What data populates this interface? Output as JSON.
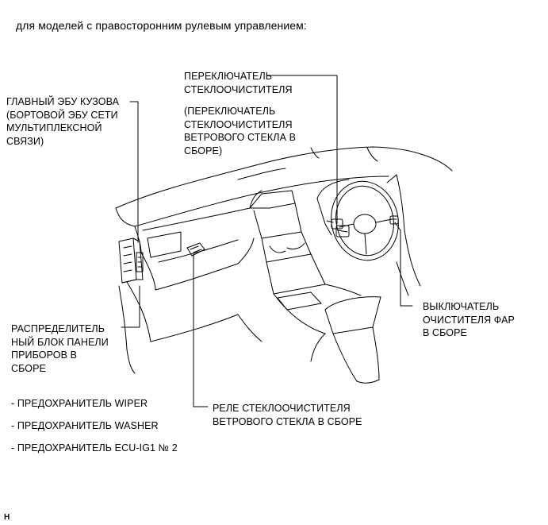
{
  "header": {
    "caption": "для моделей с правосторонним рулевым управлением:"
  },
  "labels": {
    "wiper_switch": "ПЕРЕКЛЮЧАТЕЛЬ\nСТЕКЛООЧИСТИТЕЛЯ",
    "wiper_switch_note": "(ПЕРЕКЛЮЧАТЕЛЬ\nСТЕКЛООЧИСТИТЕЛЯ\nВЕТРОВОГО СТЕКЛА В\nСБОРЕ)",
    "main_body_ecu": "ГЛАВНЫЙ ЭБУ КУЗОВА\n(БОРТОВОЙ ЭБУ СЕТИ\nМУЛЬТИПЛЕКСНОЙ\nСВЯЗИ)",
    "junction_block": "РАСПРЕДЕЛИТЕЛЬ\nНЫЙ БЛОК ПАНЕЛИ\nПРИБОРОВ В\nСБОРЕ",
    "headlamp_cleaner_switch": "ВЫКЛЮЧАТЕЛЬ\nОЧИСТИТЕЛЯ ФАР\nВ СБОРЕ",
    "wiper_relay": "РЕЛЕ СТЕКЛООЧИСТИТЕЛЯ\nВЕТРОВОГО СТЕКЛА В СБОРЕ"
  },
  "fuses": [
    "- ПРЕДОХРАНИТЕЛЬ WIPER",
    "- ПРЕДОХРАНИТЕЛЬ WASHER",
    "- ПРЕДОХРАНИТЕЛЬ ECU-IG1 № 2"
  ],
  "footer": {
    "code": "H"
  }
}
